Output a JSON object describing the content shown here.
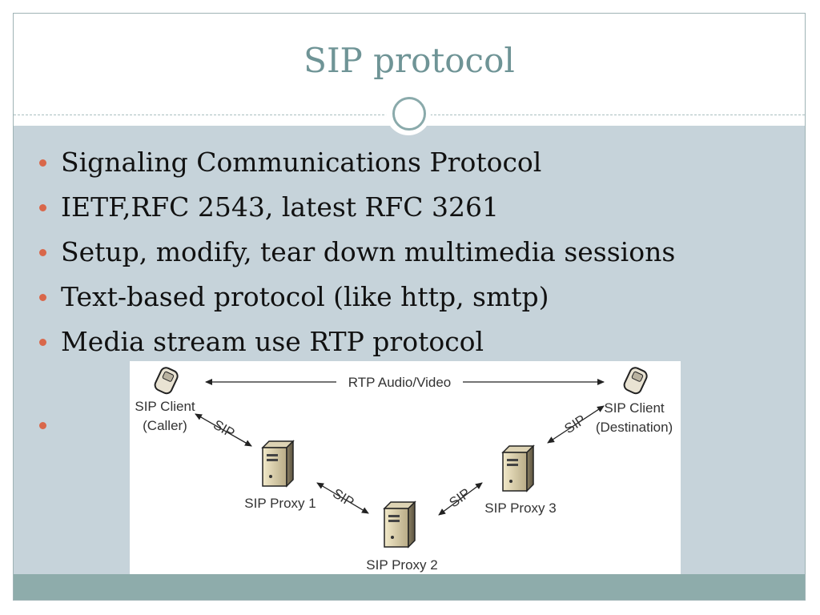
{
  "slide": {
    "title": "SIP protocol",
    "bullets": [
      "Signaling Communications Protocol",
      "IETF,RFC 2543, latest RFC 3261",
      "Setup, modify, tear down multimedia sessions",
      "Text-based protocol (like http, smtp)",
      "Media stream use RTP protocol"
    ]
  },
  "diagram": {
    "rtp_label": "RTP Audio/Video",
    "caller_line1": "SIP Client",
    "caller_line2": "(Caller)",
    "dest_line1": "SIP Client",
    "dest_line2": "(Destination)",
    "proxy1": "SIP Proxy 1",
    "proxy2": "SIP Proxy 2",
    "proxy3": "SIP Proxy 3",
    "sip": "SIP"
  },
  "colors": {
    "title": "#6f9496",
    "body_background": "#c6d3da",
    "footer_band": "#8eacab",
    "bullet": "#d9674a"
  },
  "icons": [
    "phone-icon",
    "server-icon",
    "ring-ornament"
  ]
}
